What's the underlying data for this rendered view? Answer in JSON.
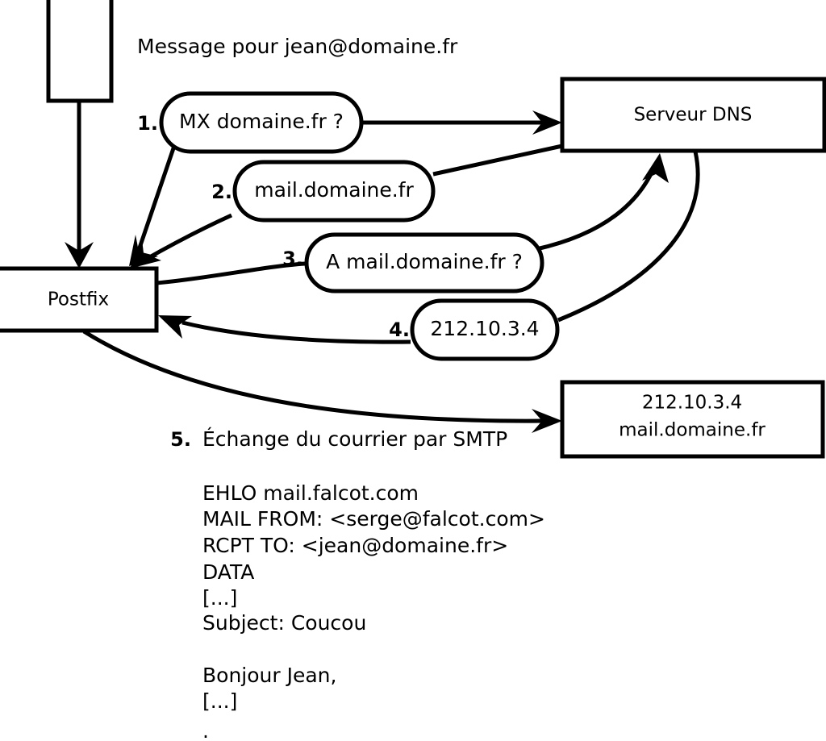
{
  "diagram": {
    "title_note": "Message pour jean@domaine.fr",
    "nodes": {
      "mua": {
        "label": ""
      },
      "postfix": {
        "label": "Postfix"
      },
      "dns": {
        "label": "Serveur DNS"
      },
      "mailserver": {
        "line1": "212.10.3.4",
        "line2": "mail.domaine.fr"
      }
    },
    "steps": [
      {
        "num": "1.",
        "label": "MX domaine.fr ?"
      },
      {
        "num": "2.",
        "label": "mail.domaine.fr"
      },
      {
        "num": "3.",
        "label": "A mail.domaine.fr ?"
      },
      {
        "num": "4.",
        "label": "212.10.3.4"
      }
    ],
    "step5": {
      "num": "5.",
      "label": "Échange du courrier par SMTP"
    },
    "smtp_transcript": [
      "EHLO mail.falcot.com",
      "MAIL FROM: <serge@falcot.com>",
      "RCPT TO: <jean@domaine.fr>",
      "DATA",
      "[...]",
      "Subject: Coucou",
      "",
      "Bonjour Jean,",
      "[...]",
      "."
    ],
    "colors": {
      "stroke": "#000000",
      "fill": "#ffffff",
      "text": "#000000"
    }
  }
}
